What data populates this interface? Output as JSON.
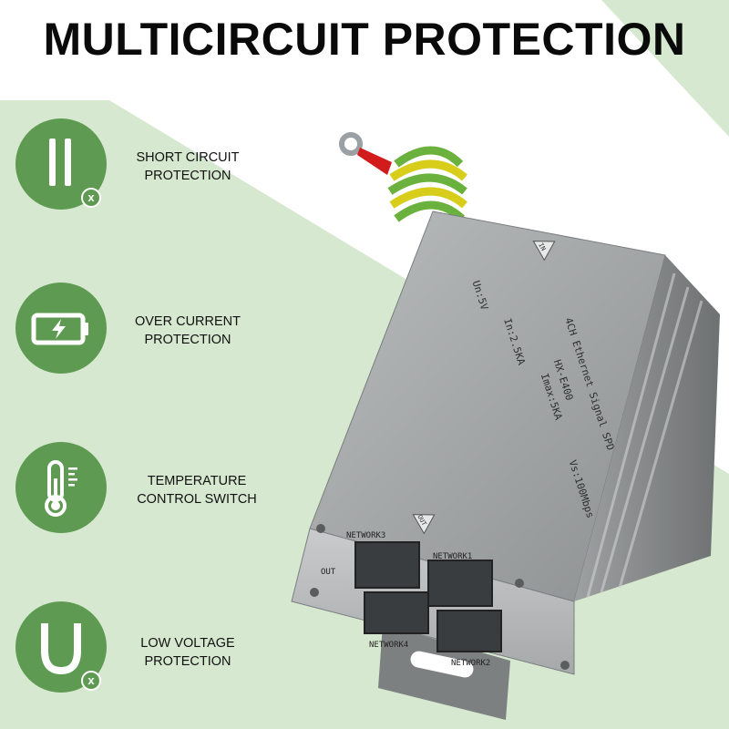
{
  "headline": "MULTICIRCUIT PROTECTION",
  "colors": {
    "accent_green": "#5e9a52",
    "background_tint": "#d6e8cf",
    "text": "#111111"
  },
  "features": [
    {
      "icon": "short-circuit-icon",
      "line1": "SHORT CIRCUIT",
      "line2": "PROTECTION",
      "badge": "x"
    },
    {
      "icon": "battery-bolt-icon",
      "line1": "OVER CURRENT",
      "line2": "PROTECTION",
      "badge": ""
    },
    {
      "icon": "thermometer-icon",
      "line1": "TEMPERATURE",
      "line2": "CONTROL SWITCH",
      "badge": ""
    },
    {
      "icon": "low-voltage-u-icon",
      "line1": "LOW VOLTAGE",
      "line2": "PROTECTION",
      "badge": "x"
    }
  ],
  "device": {
    "in_mark": "IN",
    "out_mark": "OUT",
    "label_lines": [
      "4CH Ethernet Signal SPD",
      "HX-E400",
      "Un:5V",
      "In:2.5KA",
      "Imax:5KA",
      "Vs:100Mbps"
    ],
    "port_labels": [
      "NETWORK3",
      "NETWORK1",
      "NETWORK4",
      "NETWORK2"
    ],
    "side_label": "OUT"
  }
}
